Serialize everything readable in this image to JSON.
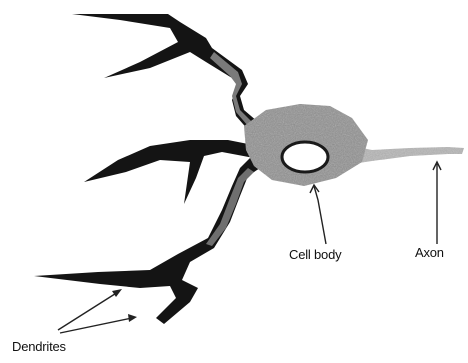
{
  "diagram": {
    "labels": {
      "cell_body": "Cell body",
      "axon": "Axon",
      "dendrites": "Dendrites"
    },
    "colors": {
      "dendrite_fill": "#141414",
      "cell_body_fill": "#8f8f8f",
      "nucleus_fill": "#ffffff",
      "axon_fill": "#b5b5b5",
      "text": "#111111"
    }
  }
}
